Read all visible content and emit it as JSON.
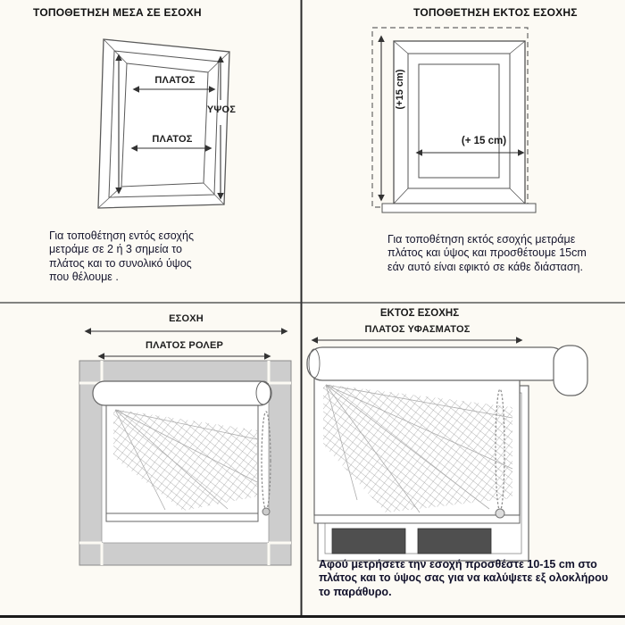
{
  "page": {
    "background": "#fcfaf4"
  },
  "colors": {
    "line_dark": "#333333",
    "frame_gray": "#cdcdcd",
    "pane_dark": "#4f4f4f",
    "text_dark": "#15152c"
  },
  "inside_recess": {
    "title": "ΤΟΠΟΘΕΤΗΣΗ ΜΕΣΑ ΣΕ ΕΣΟΧΗ",
    "width_label_top": "ΠΛΑΤΟΣ",
    "width_label_bottom": "ΠΛΑΤΟΣ",
    "height_label": "ΥΨΟΣ",
    "note": "Για τοποθέτηση εντός εσοχής μετράμε σε 2 ή 3 σημεία το πλάτος και το συνολικό ύψος που θέλουμε ."
  },
  "outside_recess": {
    "title": "ΤΟΠΟΘΕΤΗΣΗ ΕΚΤΟΣ ΕΣΟΧΗΣ",
    "plus15_vertical": "(+15 cm)",
    "plus15_horizontal": "(+ 15 cm)",
    "note": "Για τοποθέτηση εκτός εσοχής μετράμε πλάτος και ύψος και προσθέτουμε 15cm εάν αυτό είναι εφικτό σε κάθε διάσταση."
  },
  "roller_inside": {
    "recess_label": "ΕΣΟΧΗ",
    "roller_width_label": "ΠΛΑΤΟΣ ΡΟΛΕΡ"
  },
  "roller_outside": {
    "title": "ΕΚΤΟΣ ΕΣΟΧΗΣ",
    "fabric_width_label": "ΠΛΑΤΟΣ ΥΦΑΣΜΑΤΟΣ",
    "note": "Αφού μετρήσετε την εσοχή προσθέστε 10-15 cm στο πλάτος και το ύψος σας για να καλύψετε εξ ολοκλήρου το παράθυρο."
  }
}
